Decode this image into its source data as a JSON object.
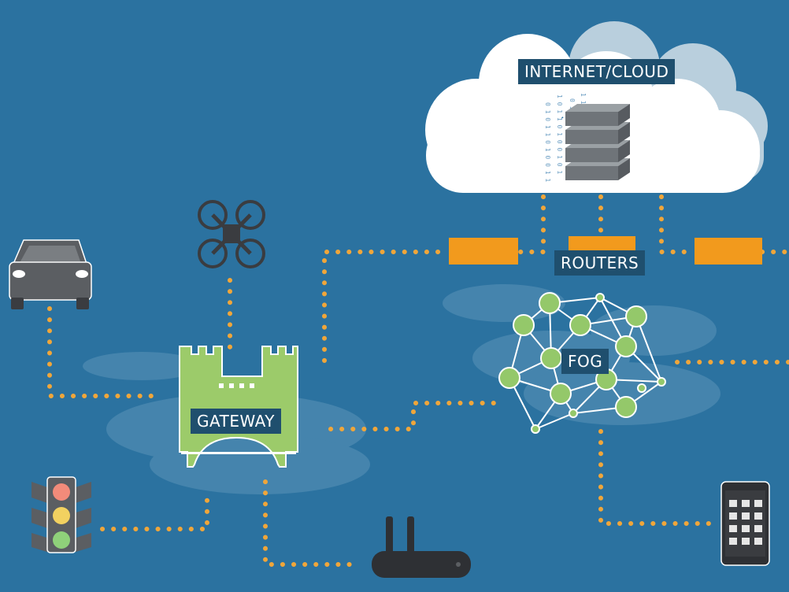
{
  "labels": {
    "internet_cloud": "INTERNET/CLOUD",
    "routers": "ROUTERS",
    "fog": "FOG",
    "gateway": "GATEWAY"
  },
  "icons": [
    "car-icon",
    "drone-icon",
    "traffic-light-icon",
    "wifi-router-icon",
    "smartphone-icon",
    "server-stack-icon",
    "castle-gateway-icon",
    "fog-mesh-icon"
  ],
  "colors": {
    "background": "#2b72a0",
    "connection_dots": "#f0a63a",
    "router_bars": "#f29a1d",
    "gateway_green": "#9ccb6a",
    "fog_nodes": "#94c86a",
    "label_bg": "#1f4f6e",
    "cloud": "#ffffff"
  }
}
